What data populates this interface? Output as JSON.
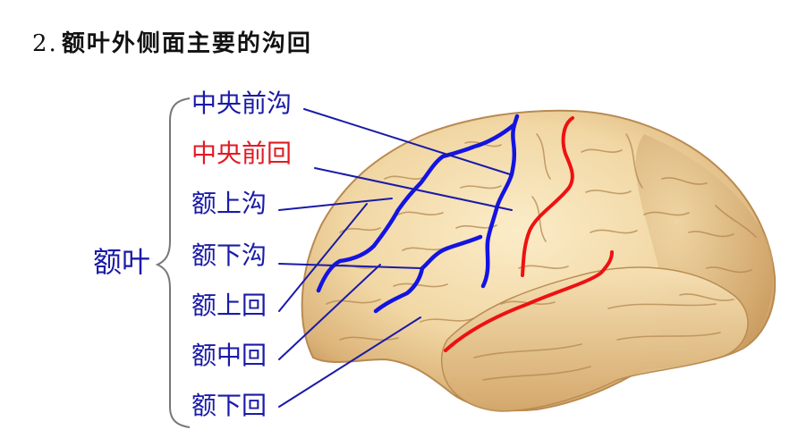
{
  "title": {
    "number": "2.",
    "text": "额叶外侧面主要的沟回"
  },
  "group": {
    "label": "额叶"
  },
  "labels": [
    {
      "text": "中央前沟",
      "type": "sulcus",
      "color": "#1a1aa8"
    },
    {
      "text": "中央前回",
      "type": "gyrus",
      "color": "#e01b24"
    },
    {
      "text": "额上沟",
      "type": "sulcus",
      "color": "#1a1aa8"
    },
    {
      "text": "额下沟",
      "type": "sulcus",
      "color": "#1a1aa8"
    },
    {
      "text": "额上回",
      "type": "gyrus",
      "color": "#1a1aa8"
    },
    {
      "text": "额中回",
      "type": "gyrus",
      "color": "#1a1aa8"
    },
    {
      "text": "额下回",
      "type": "gyrus",
      "color": "#1a1aa8"
    }
  ],
  "colors": {
    "label_blue": "#1a1aa8",
    "label_red": "#e01b24",
    "sulcus_line_blue": "#1414e0",
    "sulcus_line_red": "#ee1111",
    "brain_fill": "#f1d7a4",
    "brain_shadow": "#c99a5e",
    "bracket": "#777777"
  },
  "image": {
    "subject": "brain-lateral-view",
    "description": "Lateral view of left cerebral hemisphere with frontal lobe sulci highlighted in blue and central sulcus / lateral sulcus in red"
  }
}
